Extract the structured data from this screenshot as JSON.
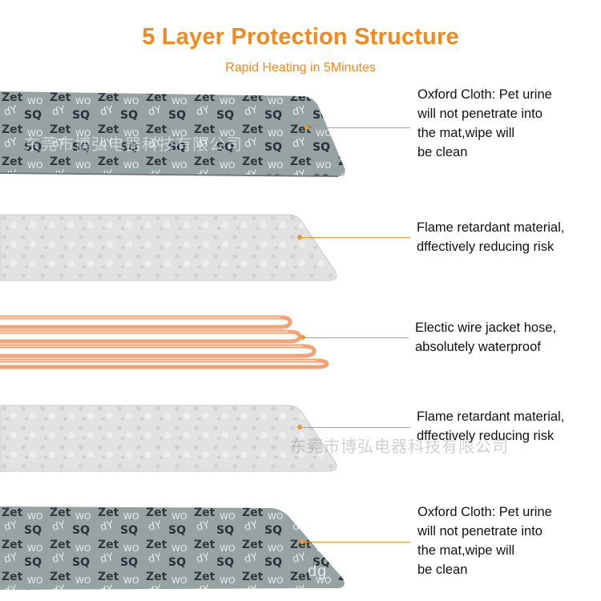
{
  "header": {
    "title": "5 Layer Protection Structure",
    "subtitle": "Rapid Heating in 5Minutes"
  },
  "layers": [
    {
      "name": "oxford-cloth-top",
      "text": "Oxford Cloth: Pet urine\nwill not penetrate into\nthe mat,wipe will\nbe clean",
      "color": "#8e9b9b"
    },
    {
      "name": "flame-retardant-top",
      "text": "Flame retardant material,\ndffectively reducing risk",
      "color": "#e3e3e3"
    },
    {
      "name": "heating-wire",
      "text": "Electic wire jacket hose,\nabsolutely waterproof",
      "color": "#f5a77a"
    },
    {
      "name": "flame-retardant-bottom",
      "text": "Flame retardant material,\ndffectively reducing risk",
      "color": "#e3e3e3"
    },
    {
      "name": "oxford-cloth-bottom",
      "text": "Oxford Cloth: Pet urine\nwill not penetrate into\nthe mat,wipe will\nbe clean",
      "color": "#8e9b9b"
    }
  ],
  "watermarks": {
    "top": "东莞市博弘电器科技有限公司",
    "middle": "东莞市博弘电器科技有限公司",
    "bottom": "dg"
  },
  "colors": {
    "accent": "#f08a1c",
    "leader": "#e49a36"
  }
}
